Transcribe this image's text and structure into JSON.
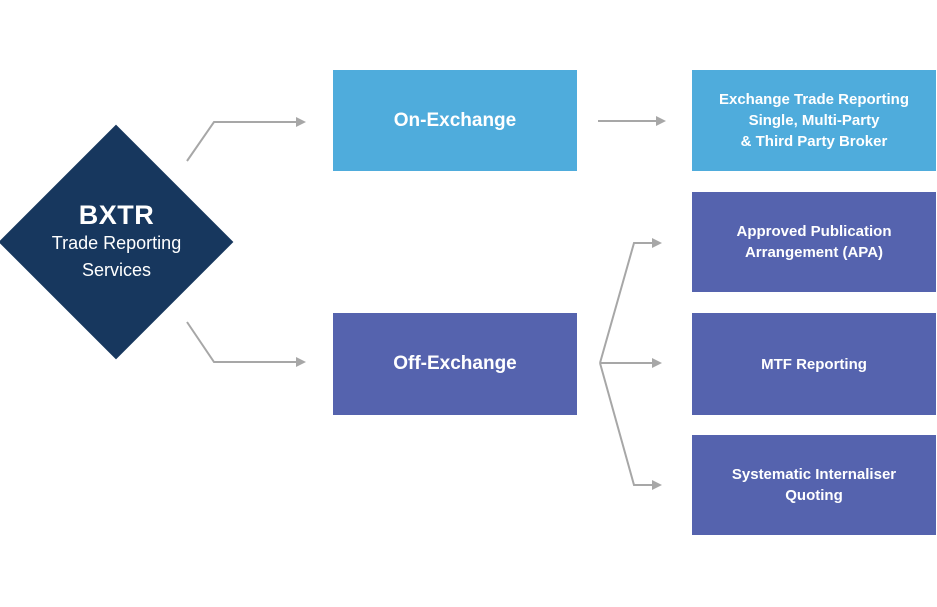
{
  "colors": {
    "navy": "#17375E",
    "light_blue": "#4FACDC",
    "slate_purple": "#5563AE",
    "arrow_gray": "#A7A7A7",
    "text": "#FFFFFF",
    "background": "#FFFFFF"
  },
  "diagram": {
    "root": {
      "title": "BXTR",
      "subtitle": "Trade Reporting\nServices"
    },
    "branches": {
      "on_exchange": {
        "label": "On-Exchange"
      },
      "off_exchange": {
        "label": "Off-Exchange"
      }
    },
    "leaves": {
      "exchange_trade_reporting": {
        "label": "Exchange Trade Reporting\nSingle, Multi-Party\n& Third Party Broker"
      },
      "apa": {
        "label": "Approved Publication\nArrangement (APA)"
      },
      "mtf": {
        "label": "MTF Reporting"
      },
      "si": {
        "label": "Systematic Internaliser\nQuoting"
      }
    },
    "edges": [
      {
        "from": "root",
        "to": "on_exchange"
      },
      {
        "from": "root",
        "to": "off_exchange"
      },
      {
        "from": "on_exchange",
        "to": "exchange_trade_reporting"
      },
      {
        "from": "off_exchange",
        "to": "apa"
      },
      {
        "from": "off_exchange",
        "to": "mtf"
      },
      {
        "from": "off_exchange",
        "to": "si"
      }
    ]
  }
}
